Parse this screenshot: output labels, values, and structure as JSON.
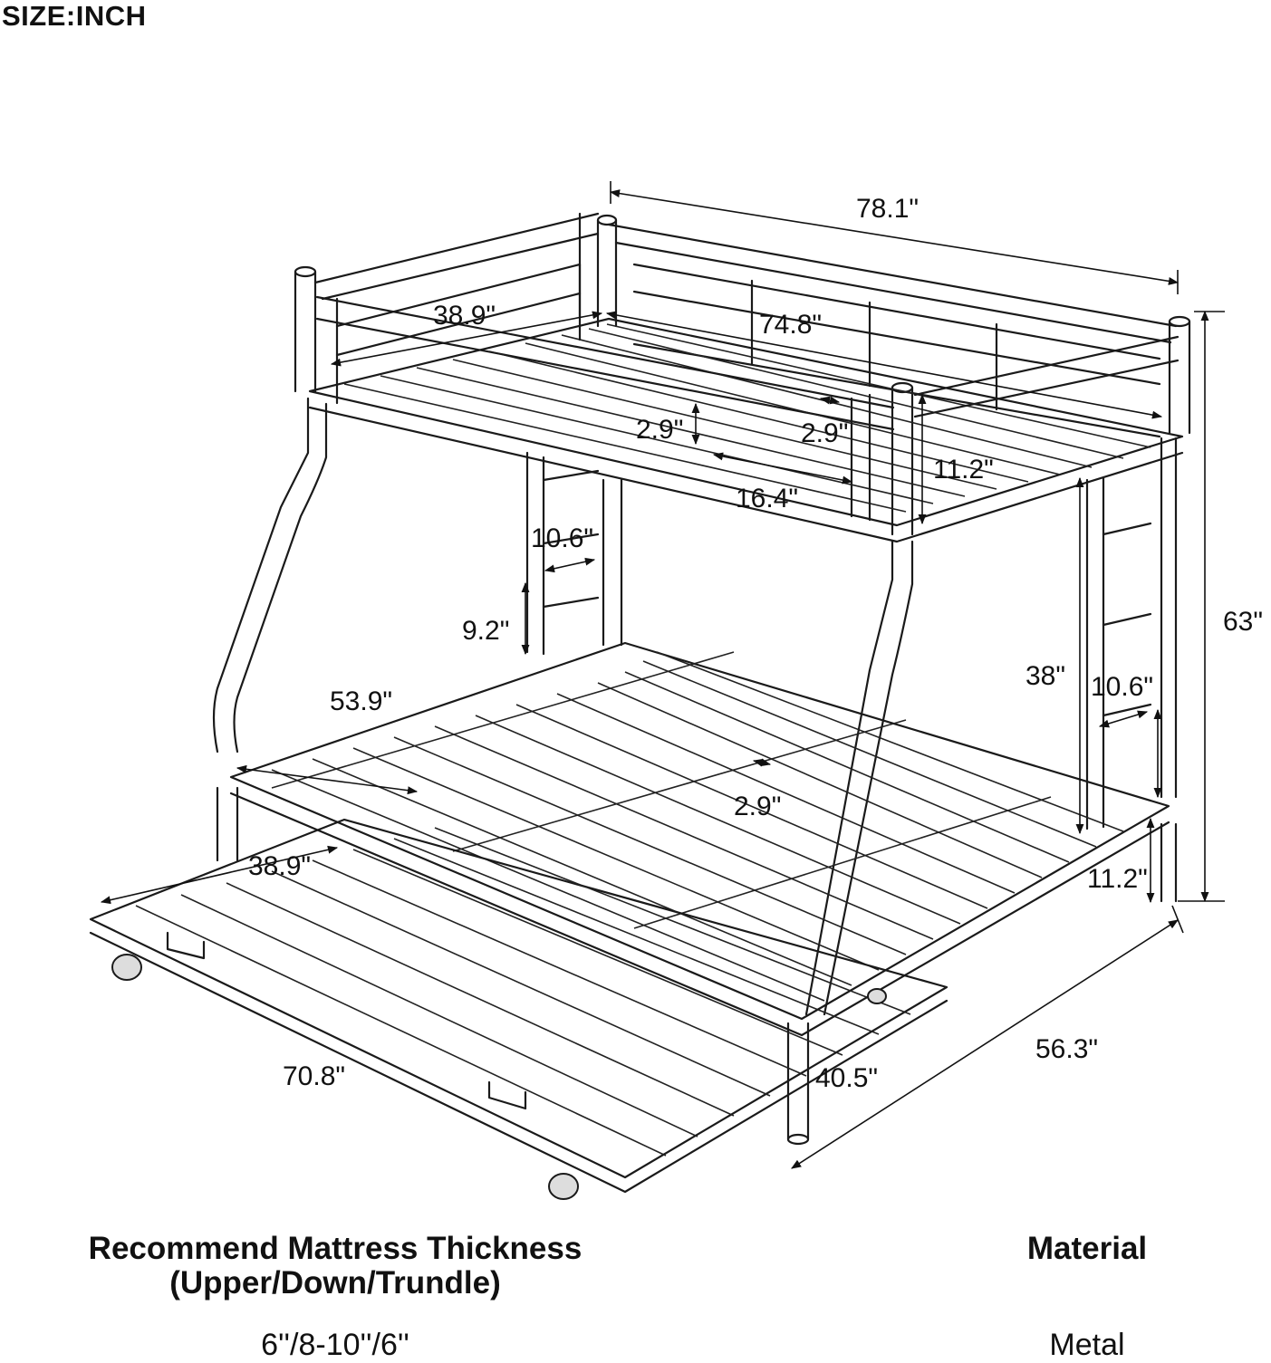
{
  "header": {
    "size_label": "SIZE:INCH"
  },
  "dimensions": {
    "total_length": "78.1\"",
    "inner_length_upper": "74.8\"",
    "upper_width": "38.9\"",
    "slat_gap_upper_a": "2.9\"",
    "slat_gap_upper_b": "2.9\"",
    "guard_rail_height": "11.2\"",
    "guard_opening": "16.4\"",
    "ladder_width_left": "10.6\"",
    "ladder_step_spacing": "9.2\"",
    "total_height": "63\"",
    "clearance_height": "38\"",
    "ladder_width_right": "10.6\"",
    "lower_width": "53.9\"",
    "slat_gap_lower": "2.9\"",
    "trundle_width": "38.9\"",
    "lower_floor_clearance": "11.2\"",
    "total_width": "56.3\"",
    "trundle_length": "70.8\"",
    "trundle_offset": "40.5\""
  },
  "specs": {
    "mattress_title_line1": "Recommend Mattress Thickness",
    "mattress_title_line2": "(Upper/Down/Trundle)",
    "mattress_value": "6''/8-10''/6''",
    "material_title": "Material",
    "material_value": "Metal"
  }
}
